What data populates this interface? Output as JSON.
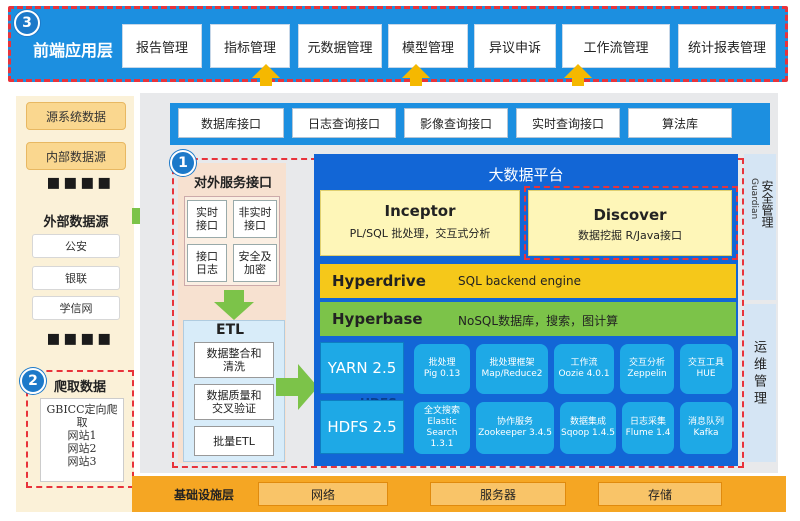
{
  "front": {
    "badge": "3",
    "title": "前端应用层",
    "items": [
      "报告管理",
      "指标管理",
      "元数据管理",
      "模型管理",
      "异议申诉",
      "工作流管理",
      "统计报表管理"
    ]
  },
  "left": {
    "source_items": [
      "源系统数据",
      "内部数据源"
    ],
    "dots": "▪▪▪▪",
    "external_title": "外部数据源",
    "external_items": [
      "公安",
      "银联",
      "学信网"
    ],
    "dots2": "▪▪▪▪",
    "crawl_badge": "2",
    "crawl_title": "爬取数据",
    "crawl_lines": [
      "GBICC定向爬",
      "取",
      "网站1",
      "网站2",
      "网站3"
    ]
  },
  "interfaces": [
    "数据库接口",
    "日志查询接口",
    "影像查询接口",
    "实时查询接口",
    "算法库"
  ],
  "external_service": {
    "badge": "1",
    "title": "对外服务接口",
    "cells": [
      [
        "实时",
        "接口"
      ],
      [
        "非实时",
        "接口"
      ],
      [
        "接口",
        "日志"
      ],
      [
        "安全及",
        "加密"
      ]
    ]
  },
  "etl": {
    "title": "ETL",
    "items": [
      [
        "数据整合和",
        "清洗"
      ],
      [
        "数据质量和",
        "交叉验证"
      ],
      [
        "批量ETL"
      ]
    ]
  },
  "bigdata": {
    "title": "大数据平台",
    "inceptor_title": "Inceptor",
    "inceptor_desc": "PL/SQL 批处理，交互式分析",
    "discover_title": "Discover",
    "discover_desc": "数据挖掘 R/Java接口",
    "hyperdrive_title": "Hyperdrive",
    "hyperdrive_desc": "SQL backend engine",
    "hyperbase_title": "Hyperbase",
    "hyperbase_desc": "NoSQL数据库，搜索，图计算",
    "yarn": "YARN 2.5",
    "hdfs": "HDFS 2.5",
    "hdfs_back": "HDFS",
    "modules_row1": [
      [
        "批处理",
        "Pig 0.13"
      ],
      [
        "批处理框架",
        "Map/Reduce2"
      ],
      [
        "工作流",
        "Oozie 4.0.1"
      ],
      [
        "交互分析",
        "Zeppelin"
      ],
      [
        "交互工具",
        "HUE"
      ]
    ],
    "modules_row2": [
      [
        "全文搜索",
        "Elastic",
        "Search 1.3.1"
      ],
      [
        "协作服务",
        "Zookeeper 3.4.5"
      ],
      [
        "数据集成",
        "Sqoop 1.4.5"
      ],
      [
        "日志采集",
        "Flume 1.4"
      ],
      [
        "消息队列",
        "Kafka"
      ]
    ]
  },
  "side": {
    "safe": "安全管理",
    "safe_sub": "Guardian",
    "ops": "运维管理"
  },
  "infra": {
    "title": "基础设施层",
    "items": [
      "网络",
      "服务器",
      "存储"
    ]
  },
  "colors": {
    "accent_blue": "#1c8fe0",
    "dashed_red": "#e8333b",
    "yellow": "#f5b800",
    "green": "#7cc349",
    "orange": "#f5a623"
  }
}
